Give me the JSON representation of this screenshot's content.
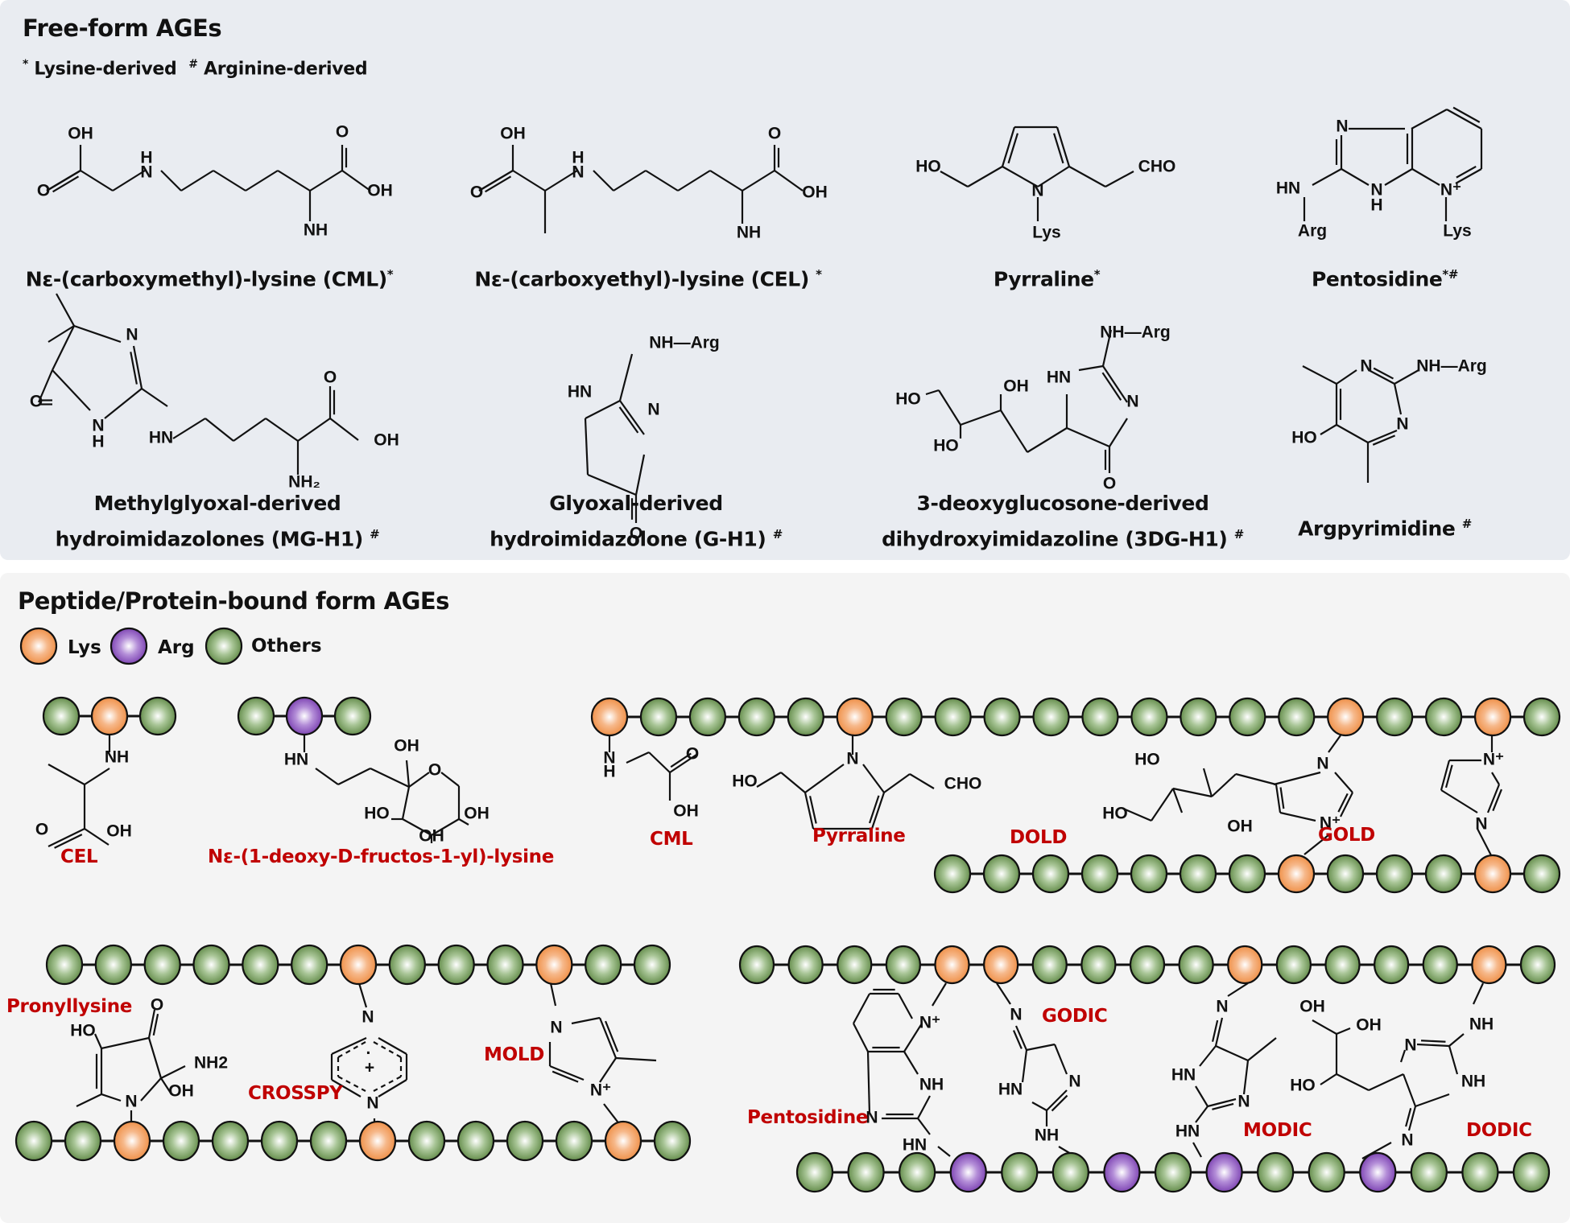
{
  "free_form": {
    "title": "Free-form AGEs",
    "legend": {
      "lys_mark": "*",
      "lys_label": "Lysine-derived",
      "arg_mark": "#",
      "arg_label": "Arginine-derived"
    },
    "compounds": [
      {
        "name": "Nε-(carboxymethyl)-lysine (CML)",
        "mark": "*"
      },
      {
        "name": "Nε-(carboxyethyl)-lysine (CEL) ",
        "mark": "*"
      },
      {
        "name": "Pyrraline",
        "mark": "*"
      },
      {
        "name": "Pentosidine",
        "mark": "*#"
      },
      {
        "name_line1": "Methylglyoxal-derived",
        "name_line2": "hydroimidazolones (MG-H1) ",
        "mark": "#"
      },
      {
        "name_line1": "Glyoxal-derived",
        "name_line2": "hydroimidazolone (G-H1) ",
        "mark": "#"
      },
      {
        "name_line1": "3-deoxyglucosone-derived",
        "name_line2": "dihydroxyimidazoline (3DG-H1) ",
        "mark": "#"
      },
      {
        "name": "Argpyrimidine ",
        "mark": "#"
      }
    ]
  },
  "bound_form": {
    "title": "Peptide/Protein-bound form AGEs",
    "legend": [
      {
        "label": "Lys",
        "color": "#f0883f"
      },
      {
        "label": "Arg",
        "color": "#7b3fb5"
      },
      {
        "label": "Others",
        "color": "#5e8a44"
      }
    ],
    "labels": {
      "cel": "CEL",
      "fructoselysine": "Nε-(1-deoxy-D-fructos-1-yl)-lysine",
      "cml": "CML",
      "pyrraline": "Pyrraline",
      "dold": "DOLD",
      "gold": "GOLD",
      "pronyllysine": "Pronyllysine",
      "crosspy": "CROSSPY",
      "mold": "MOLD",
      "pentosidine": "Pentosidine",
      "godic": "GODIC",
      "modic": "MODIC",
      "dodic": "DODIC"
    },
    "chains": [
      {
        "id": "cel",
        "residues": [
          "O",
          "K",
          "O"
        ]
      },
      {
        "id": "fructoselysine",
        "residues": [
          "O",
          "R",
          "O"
        ]
      },
      {
        "id": "cml-pyrraline-top",
        "residues": [
          "K",
          "O",
          "O",
          "O",
          "O",
          "K",
          "O",
          "O",
          "O",
          "O",
          "O",
          "O",
          "O",
          "O",
          "O",
          "K",
          "O",
          "O",
          "K",
          "O"
        ]
      },
      {
        "id": "dold-gold-bottom",
        "residues": [
          "O",
          "O",
          "O",
          "O",
          "O",
          "O",
          "O",
          "K",
          "O",
          "O",
          "O",
          "K",
          "O"
        ]
      },
      {
        "id": "left-top",
        "residues": [
          "O",
          "O",
          "O",
          "O",
          "O",
          "O",
          "K",
          "O",
          "O",
          "O",
          "K",
          "O",
          "O"
        ]
      },
      {
        "id": "left-bottom",
        "residues": [
          "O",
          "O",
          "K",
          "O",
          "O",
          "O",
          "O",
          "K",
          "O",
          "O",
          "O",
          "O",
          "K",
          "O"
        ]
      },
      {
        "id": "right-top",
        "residues": [
          "O",
          "O",
          "O",
          "O",
          "K",
          "K",
          "O",
          "O",
          "O",
          "O",
          "K",
          "O",
          "O",
          "O",
          "O",
          "K",
          "O"
        ]
      },
      {
        "id": "right-bottom",
        "residues": [
          "O",
          "O",
          "O",
          "R",
          "O",
          "O",
          "R",
          "O",
          "R",
          "O",
          "O",
          "R",
          "O",
          "O",
          "O"
        ]
      }
    ]
  },
  "atom_labels": {
    "OH": "OH",
    "O": "O",
    "H": "H",
    "N": "N",
    "NH": "NH",
    "HN": "HN",
    "HO": "HO",
    "CHO": "CHO",
    "Lys": "Lys",
    "Arg": "Arg",
    "NHArg": "NH—Arg",
    "NH2": "NH₂",
    "NH2b": "NH2",
    "Nplus": "N⁺",
    "plus": "+"
  }
}
